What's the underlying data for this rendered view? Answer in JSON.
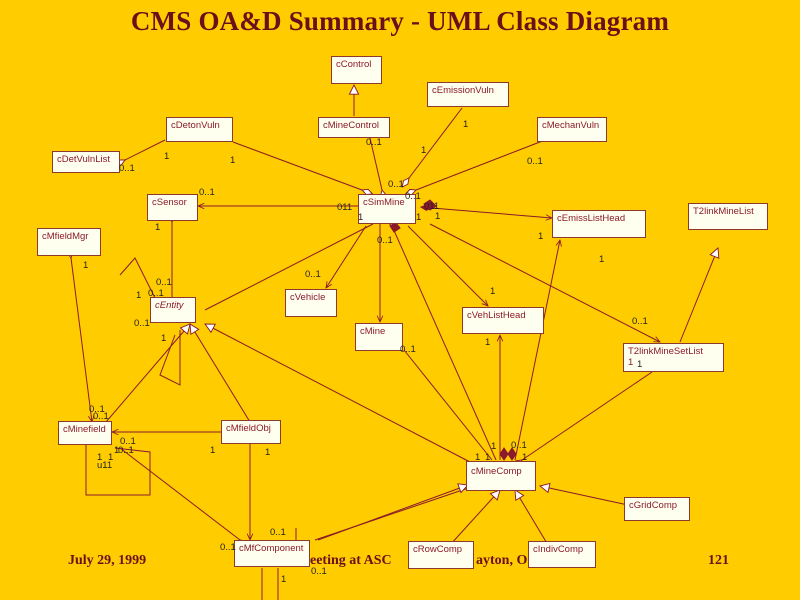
{
  "slide": {
    "title": "CMS OA&D Summary - UML Class Diagram",
    "footer_date": "July 29,  1999",
    "footer_mid": "eeting at ASC",
    "footer_mid2": "ayton, O",
    "page_number": "121"
  },
  "classes": {
    "cControl": "cControl",
    "cEmissionVuln": "cEmissionVuln",
    "cDetonVuln": "cDetonVuln",
    "cMineControl": "cMineControl",
    "cMechanVuln": "cMechanVuln",
    "cDetVulnList": "cDetVulnList",
    "cSensor": "cSensor",
    "cSimMine": "cSimMine",
    "cEmissListHead": "cEmissListHead",
    "T2linkMineList": "T2linkMineList",
    "cMfieldMgr": "cMfieldMgr",
    "cEntity": "cEntity",
    "cVehicle": "cVehicle",
    "cVehListHead": "cVehListHead",
    "cMine": "cMine",
    "T2linkMineSetList": "T2linkMineSetList",
    "T2linkMineSetList_sub": "1",
    "cMinefield": "cMinefield",
    "cMfieldObj": "cMfieldObj",
    "cMineComp": "cMineComp",
    "cGridComp": "cGridComp",
    "cMfComponent": "cMfComponent",
    "cRowComp": "cRowComp",
    "cIndivComp": "cIndivComp"
  },
  "multiplicities": {
    "m1": "1",
    "m2": "1",
    "m3": "0..1",
    "m4": "1",
    "m5": "1",
    "m6": "0..1",
    "m7": "0..1",
    "m8": "0..1",
    "m9": "0..1",
    "m10": "011",
    "m11": "1",
    "m12": "011",
    "m13": "1",
    "m14": "1",
    "m15": "0..1",
    "m16": "1",
    "m17": "1",
    "m18": "1",
    "m19": "0..1",
    "m20": "1",
    "m21": "0..1",
    "m22": "0..1",
    "m23": "1",
    "m24": "0..1",
    "m25": "1",
    "m26": "1",
    "m27": "0..1",
    "m28": "0..1",
    "m29": "1",
    "m30": "0..1",
    "m31": "1",
    "m32": "0..1",
    "m33": "1",
    "m34": "0..1",
    "m35": "1",
    "m36": "1",
    "m37": "1",
    "m38": "u11",
    "m39": "0..1",
    "m40": "1",
    "m41": "1",
    "m42": "1",
    "m43": "0..1",
    "m44": "1",
    "m45": "0..1",
    "m46": "0..1",
    "m47": "1",
    "m48": "1",
    "m49": "0..1",
    "m50": "0..1"
  },
  "colors": {
    "background": "#FFCC00",
    "title": "#6B0F1A",
    "line": "#8B1A2B",
    "box_fill": "#FFFFF0"
  }
}
